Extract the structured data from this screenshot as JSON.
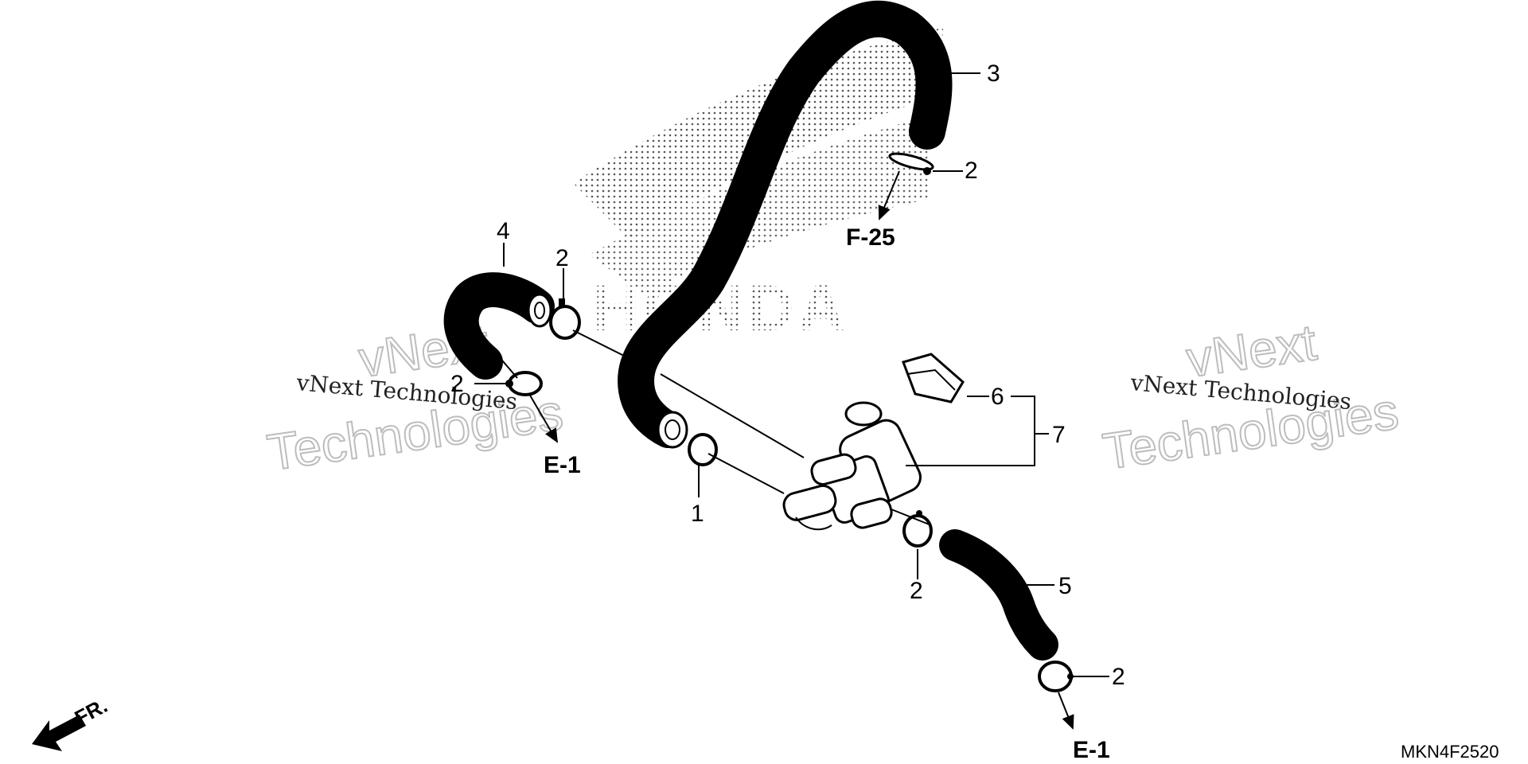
{
  "parts": {
    "p1": "1",
    "p2": "2",
    "p3": "3",
    "p4": "4",
    "p5": "5",
    "p6": "6",
    "p7": "7"
  },
  "refs": {
    "f25": "F-25",
    "e1_left": "E-1",
    "e1_right": "E-1"
  },
  "direction": "FR.",
  "diagram_code": "MKN4F2520",
  "watermark": {
    "brand": "HONDA",
    "small_text": "vNext Technologies",
    "big_line1": "vNext",
    "big_line2": "Technologies"
  }
}
